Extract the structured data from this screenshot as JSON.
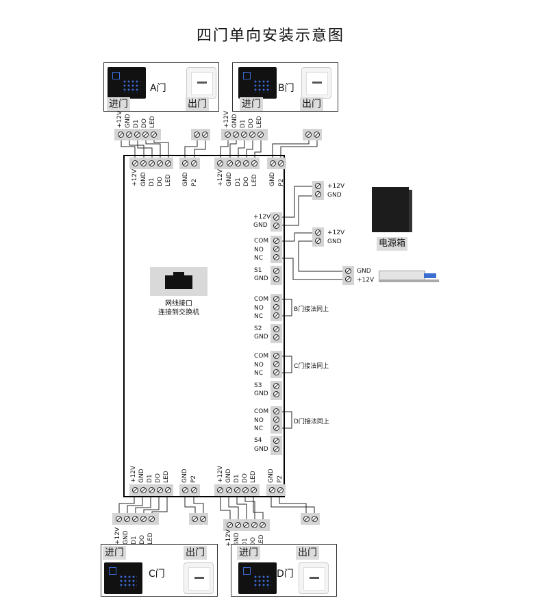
{
  "title": "四门单向安装示意图",
  "doors": {
    "A": {
      "name": "A门"
    },
    "B": {
      "name": "B门"
    },
    "C": {
      "name": "C门"
    },
    "D": {
      "name": "D门"
    },
    "entry_label": "进门",
    "exit_label": "出门"
  },
  "reader_pins": [
    "+12V",
    "GND",
    "D1",
    "DO",
    "LED"
  ],
  "button_pins": [
    "GND",
    "P2"
  ],
  "relay_pins": [
    "COM",
    "NO",
    "NC"
  ],
  "sensor_pins": [
    "S1",
    "GND",
    "S2",
    "GND",
    "S3",
    "GND",
    "S4",
    "GND"
  ],
  "power_pins": [
    "+12V",
    "GND"
  ],
  "network": {
    "line1": "网线接口",
    "line2": "连接到交换机"
  },
  "power_supply": {
    "label": "电源箱"
  },
  "lock_pins": [
    "GND",
    "+12V"
  ],
  "notes": {
    "B": "B门接法同上",
    "C": "C门接法同上",
    "D": "D门接法同上"
  },
  "colors": {
    "terminal": "#d4d4d4",
    "wire": "#222222",
    "reader_led": "#3b6cd6"
  }
}
